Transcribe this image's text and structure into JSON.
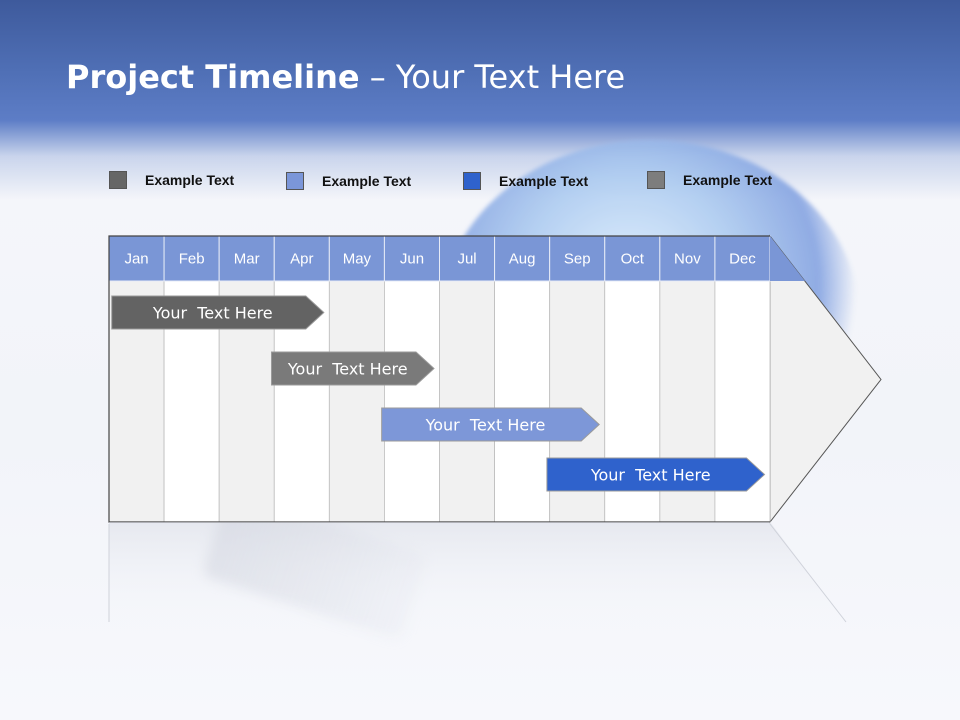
{
  "title": {
    "bold": "Project Timeline",
    "rest": " – Your Text Here"
  },
  "colors": {
    "month_header": "#7a96d6",
    "grid_alt": "#f1f1f1",
    "grid_plain": "#ffffff",
    "grid_line": "#bdbdbd"
  },
  "legend": [
    {
      "label": "Example Text",
      "color": "#666666"
    },
    {
      "label": "Example Text",
      "color": "#7b96d9"
    },
    {
      "label": "Example Text",
      "color": "#2f62cc"
    },
    {
      "label": "Example Text",
      "color": "#7d7d7d"
    }
  ],
  "months": [
    "Jan",
    "Feb",
    "Mar",
    "Apr",
    "May",
    "Jun",
    "Jul",
    "Aug",
    "Sep",
    "Oct",
    "Nov",
    "Dec"
  ],
  "tasks": [
    {
      "label": "Your  Text Here",
      "start": 0.05,
      "end": 3.9,
      "color": "#636363"
    },
    {
      "label": "Your  Text Here",
      "start": 2.95,
      "end": 5.9,
      "color": "#7a7a7a"
    },
    {
      "label": "Your  Text Here",
      "start": 4.95,
      "end": 8.9,
      "color": "#7d97d8"
    },
    {
      "label": "Your  Text Here",
      "start": 7.95,
      "end": 11.9,
      "color": "#2f62cc"
    }
  ]
}
